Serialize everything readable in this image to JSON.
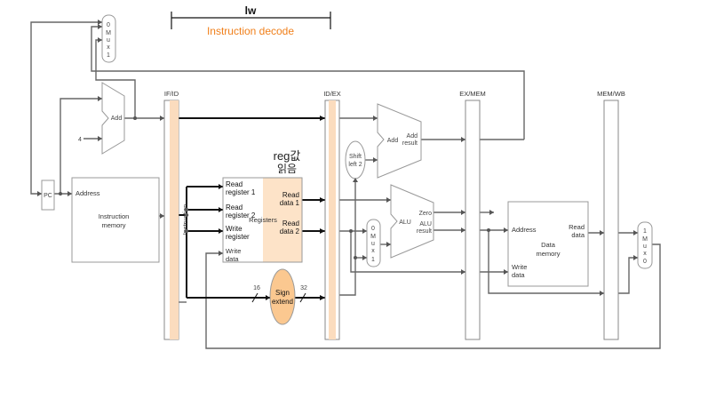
{
  "header": {
    "instruction": "lw",
    "stage": "Instruction decode",
    "stage_color": "#f07f1a"
  },
  "pipeline_registers": [
    "IF/ID",
    "ID/EX",
    "EX/MEM",
    "MEM/WB"
  ],
  "pc": {
    "label": "PC"
  },
  "instruction_memory": {
    "port": "Address",
    "title_line1": "Instruction",
    "title_line2": "memory"
  },
  "pc_adder": {
    "label": "Add",
    "constant": "4"
  },
  "branch_adder": {
    "label": "Add",
    "out_line1": "Add",
    "out_line2": "result"
  },
  "shift": {
    "line1": "Shift",
    "line2": "left 2"
  },
  "registers": {
    "title": "Registers",
    "read1_line1": "Read",
    "read1_line2": "register 1",
    "read2_line1": "Read",
    "read2_line2": "register 2",
    "write_line1": "Write",
    "write_line2": "register",
    "wdata_line1": "Write",
    "wdata_line2": "data",
    "rdata1_line1": "Read",
    "rdata1_line2": "data 1",
    "rdata2_line1": "Read",
    "rdata2_line2": "data 2",
    "annotation_line1": "reg값",
    "annotation_line2": "읽음"
  },
  "instruction_bus": {
    "label": "Instruction"
  },
  "sign_extend": {
    "line1": "Sign",
    "line2": "extend",
    "in_bits": "16",
    "out_bits": "32"
  },
  "alu": {
    "label": "ALU",
    "zero": "Zero",
    "result_line1": "ALU",
    "result_line2": "result"
  },
  "data_memory": {
    "address": "Address",
    "read_line1": "Read",
    "read_line2": "data",
    "write_line1": "Write",
    "write_line2": "data",
    "title_line1": "Data",
    "title_line2": "memory"
  },
  "mux_pc": {
    "top": "0",
    "letters": [
      "M",
      "u",
      "x"
    ],
    "bottom": "1"
  },
  "mux_alu": {
    "top": "0",
    "letters": [
      "M",
      "u",
      "x"
    ],
    "bottom": "1"
  },
  "mux_wb": {
    "top": "1",
    "letters": [
      "M",
      "u",
      "x"
    ],
    "bottom": "0"
  },
  "colors": {
    "highlight": "#fbdcbe",
    "register_fill": "#fde3c8",
    "wire": "#666666",
    "active_wire": "#111111"
  }
}
